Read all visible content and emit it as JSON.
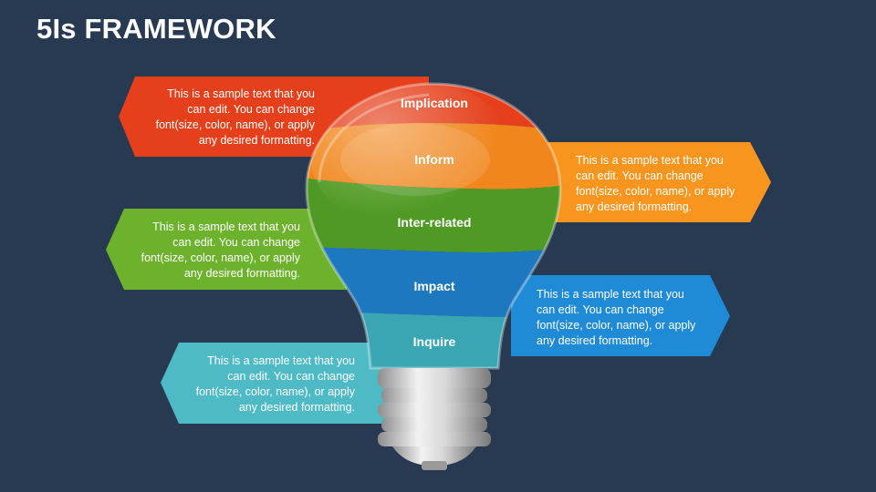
{
  "title": "5Is FRAMEWORK",
  "layers": [
    {
      "label": "Implication",
      "color": "#e5401b"
    },
    {
      "label": "Inform",
      "color": "#f0861c"
    },
    {
      "label": "Inter-related",
      "color": "#4f9a24"
    },
    {
      "label": "Impact",
      "color": "#1d78c0"
    },
    {
      "label": "Inquire",
      "color": "#3aa6b4"
    }
  ],
  "callouts": [
    {
      "text": "This is a sample text that you can edit. You can change font(size, color, name), or apply any desired formatting.",
      "color": "#e5401b"
    },
    {
      "text": "This is a sample text that you can edit. You can change font(size, color, name), or apply any desired formatting.",
      "color": "#f7951e"
    },
    {
      "text": "This is a sample text that you can edit. You can change font(size, color, name), or apply any desired formatting.",
      "color": "#6db22c"
    },
    {
      "text": "This is a sample text that you can edit. You can change font(size, color, name), or apply any desired formatting.",
      "color": "#1f8ad6"
    },
    {
      "text": "This is a sample text that you can edit. You can change font(size, color, name), or apply any desired formatting.",
      "color": "#4dbac6"
    }
  ]
}
